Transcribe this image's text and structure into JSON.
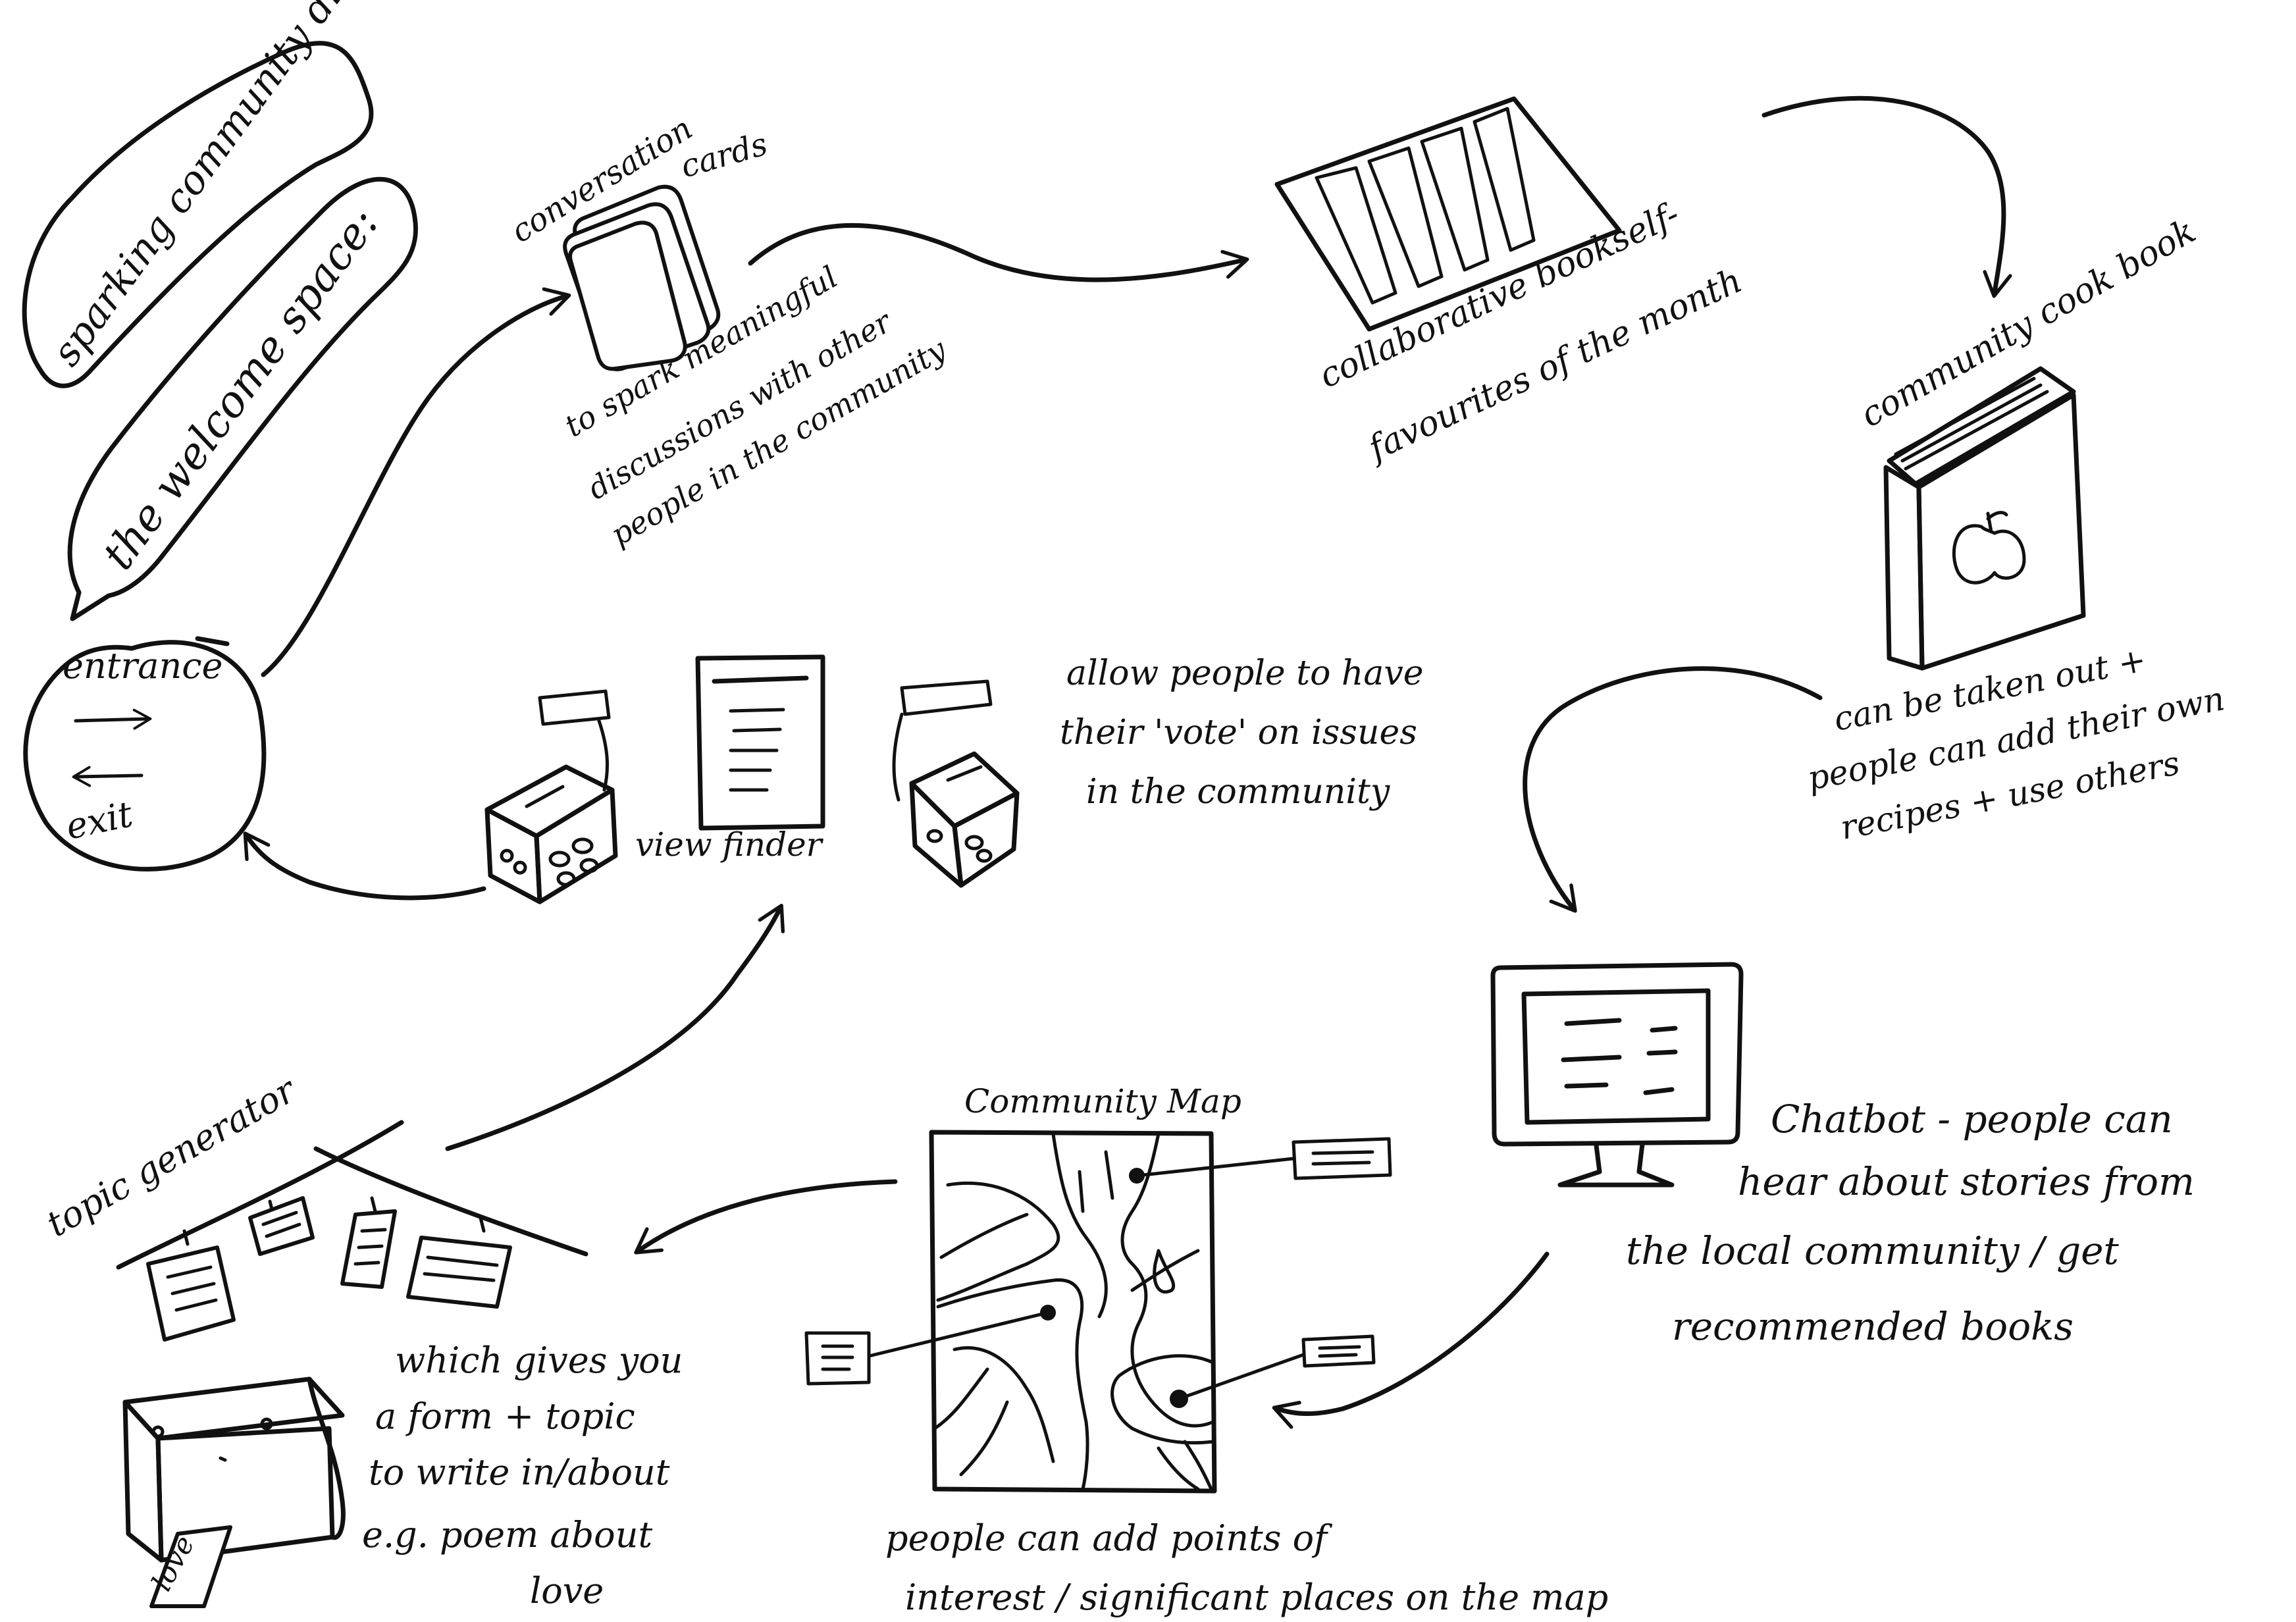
{
  "bubbles": {
    "sparking": "sparking community dialogue",
    "welcome": "the welcome space:"
  },
  "entrance": {
    "entrance_label": "entrance",
    "exit_label": "exit",
    "arrow_right_icon": "arrow-right-icon",
    "arrow_left_icon": "arrow-left-icon"
  },
  "conversation_cards": {
    "title_line1": "conversation",
    "title_line2": "cards",
    "desc_lines": [
      "to spark meaningful",
      "discussions with other",
      "people in the community"
    ],
    "icon": "card-stack-icon"
  },
  "bookshelf": {
    "lines": [
      "collaborative bookself-",
      "favourites of the month"
    ],
    "icon": "bookshelf-icon"
  },
  "cookbook": {
    "title": "community cook book",
    "desc_lines": [
      "can be taken out +",
      "people can add their own",
      "recipes + use others"
    ],
    "icon": "apple-book-icon"
  },
  "view_finder": {
    "label": "view finder",
    "desc_lines": [
      "allow people to have",
      "their 'vote' on issues",
      "in the community"
    ],
    "icons": [
      "ballot-box-icon",
      "poster-icon",
      "ballot-box-icon"
    ]
  },
  "chatbot": {
    "lines": [
      "Chatbot - people can",
      "hear about stories from",
      "the local community / get",
      "recommended books"
    ],
    "icon": "monitor-icon"
  },
  "community_map": {
    "title": "Community Map",
    "desc_lines": [
      "people can add points of",
      "interest / significant places on the map"
    ],
    "icon": "map-icon"
  },
  "topic_generator": {
    "title": "topic generator",
    "desc_lines": [
      "which gives you",
      "a form + topic",
      "to write in/about",
      "e.g. poem about",
      "love"
    ],
    "printer_slip": "love",
    "icons": [
      "bunting-cards-icon",
      "printer-icon"
    ]
  }
}
